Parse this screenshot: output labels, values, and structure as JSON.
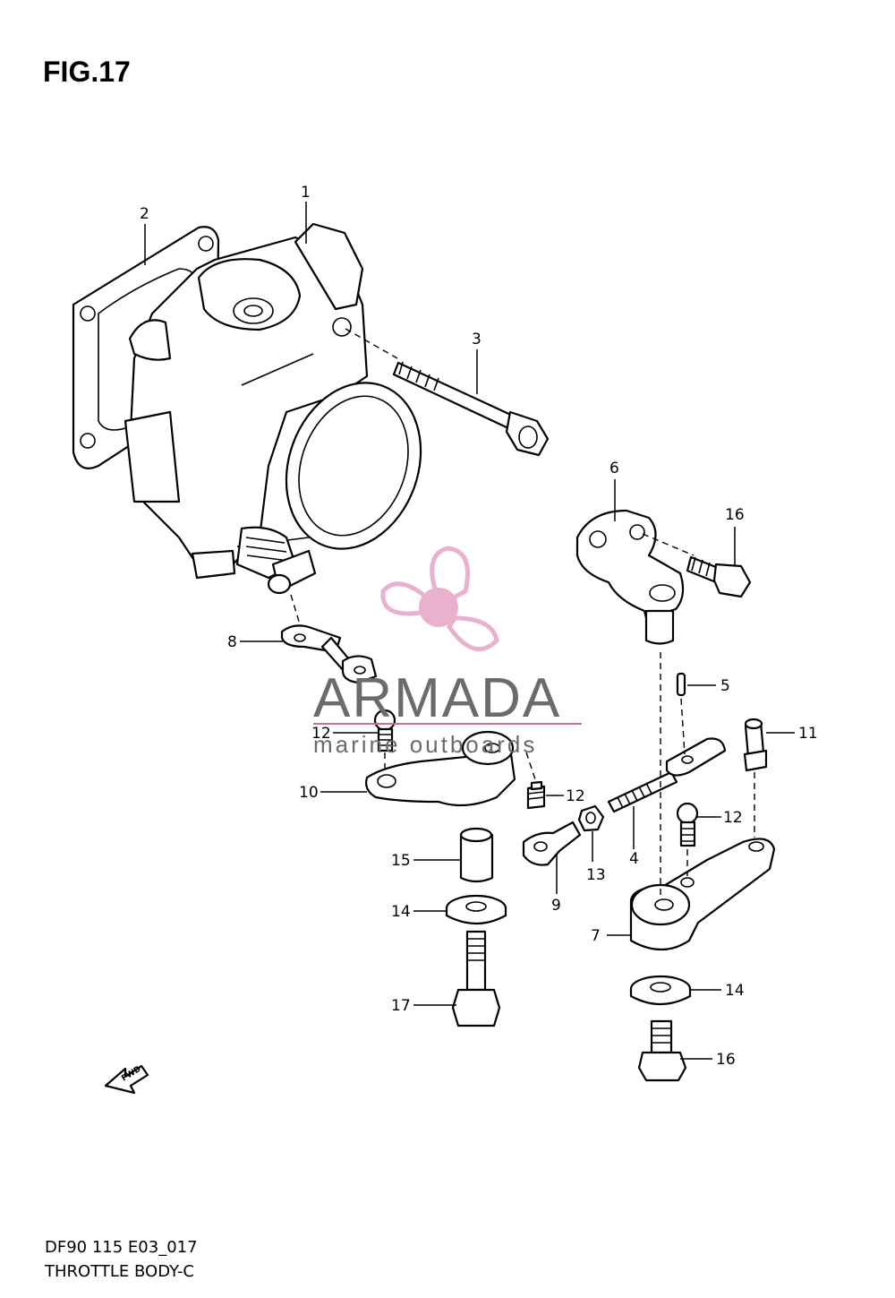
{
  "figure": {
    "title": "FIG.17"
  },
  "footer": {
    "code": "DF90 115 E03_017",
    "name": "THROTTLE  BODY-C"
  },
  "watermark": {
    "brand": "ARMADA",
    "tagline": "marine outboards",
    "brand_color": "#6b6b6b",
    "accent_color": "#e7a9c8"
  },
  "direction": {
    "label": "FWD"
  },
  "callouts": [
    {
      "num": "1"
    },
    {
      "num": "2"
    },
    {
      "num": "3"
    },
    {
      "num": "6"
    },
    {
      "num": "16"
    },
    {
      "num": "8"
    },
    {
      "num": "5"
    },
    {
      "num": "11"
    },
    {
      "num": "12"
    },
    {
      "num": "10"
    },
    {
      "num": "12"
    },
    {
      "num": "12"
    },
    {
      "num": "15"
    },
    {
      "num": "13"
    },
    {
      "num": "4"
    },
    {
      "num": "9"
    },
    {
      "num": "14"
    },
    {
      "num": "7"
    },
    {
      "num": "14"
    },
    {
      "num": "17"
    },
    {
      "num": "16"
    }
  ]
}
